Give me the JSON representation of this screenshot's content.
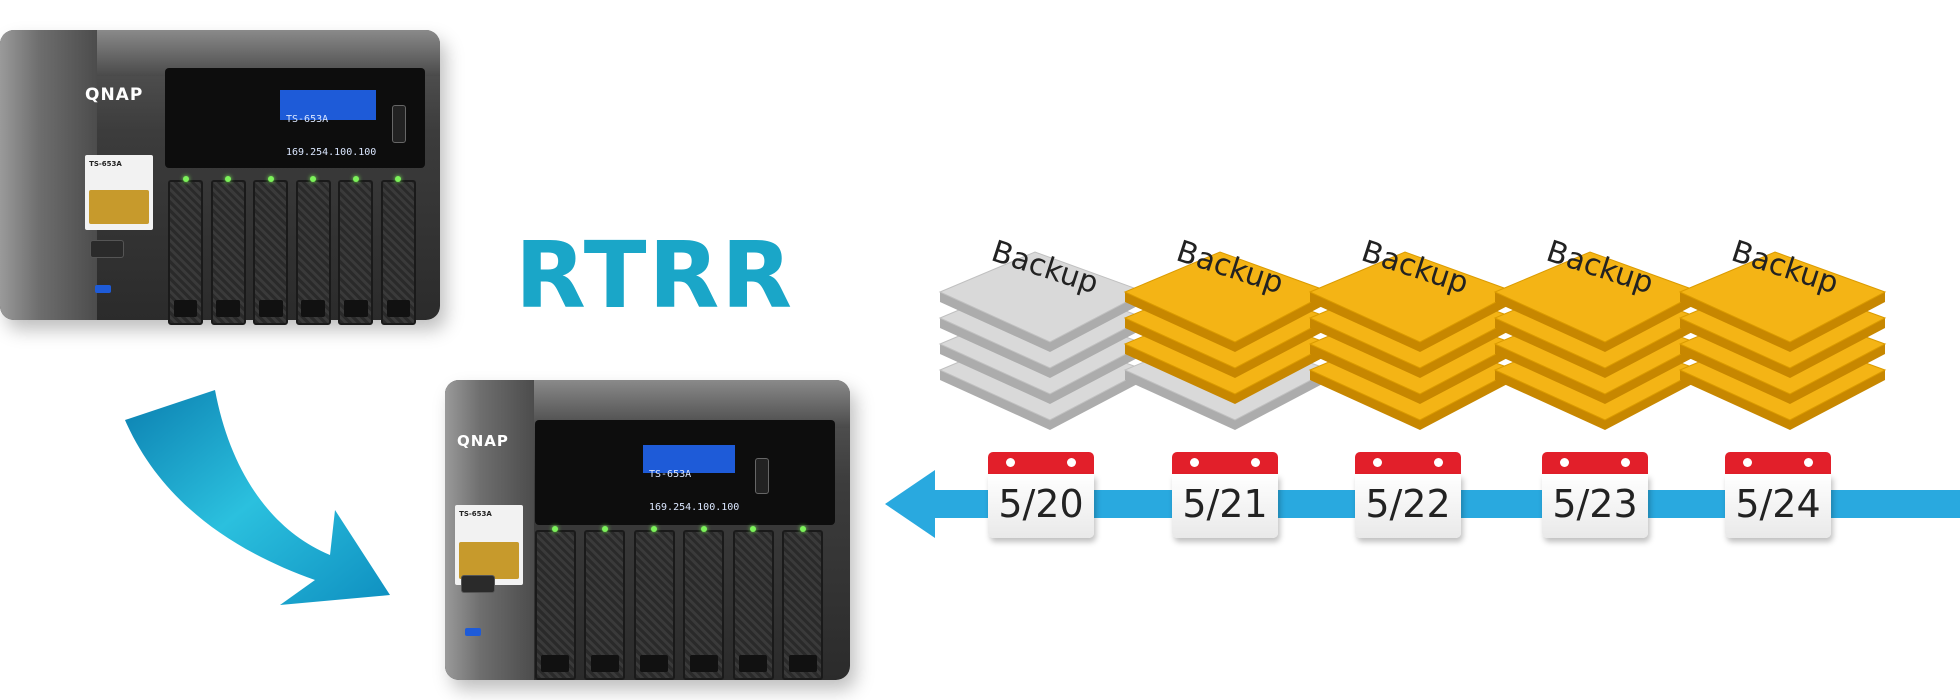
{
  "title": "RTRR",
  "nas_primary": {
    "brand": "QNAP",
    "lcd_model": "TS-653A",
    "lcd_ip": "169.254.100.100",
    "label_model": "TS-653A"
  },
  "nas_secondary": {
    "brand": "QNAP",
    "lcd_model": "TS-653A",
    "lcd_ip": "169.254.100.100",
    "label_model": "TS-653A"
  },
  "backups": [
    {
      "label": "Backup",
      "color": "#d9d9d9",
      "layer_colors": [
        "#d9d9d9",
        "#d9d9d9",
        "#d9d9d9",
        "#d9d9d9"
      ]
    },
    {
      "label": "Backup",
      "color": "#f4b415",
      "layer_colors": [
        "#d9d9d9",
        "#f4b415",
        "#f4b415",
        "#f4b415"
      ]
    },
    {
      "label": "Backup",
      "color": "#f4b415",
      "layer_colors": [
        "#f4b415",
        "#f4b415",
        "#f4b415",
        "#f4b415"
      ]
    },
    {
      "label": "Backup",
      "color": "#f4b415",
      "layer_colors": [
        "#f4b415",
        "#f4b415",
        "#f4b415",
        "#f4b415"
      ]
    },
    {
      "label": "Backup",
      "color": "#f4b415",
      "layer_colors": [
        "#f4b415",
        "#f4b415",
        "#f4b415",
        "#f4b415"
      ]
    }
  ],
  "timeline": {
    "dates": [
      "5/20",
      "5/21",
      "5/22",
      "5/23",
      "5/24"
    ],
    "arrow_color": "#29a9df",
    "calendar_header_color": "#e21f2a"
  },
  "restore_arrow_color": "#1aa6c8"
}
